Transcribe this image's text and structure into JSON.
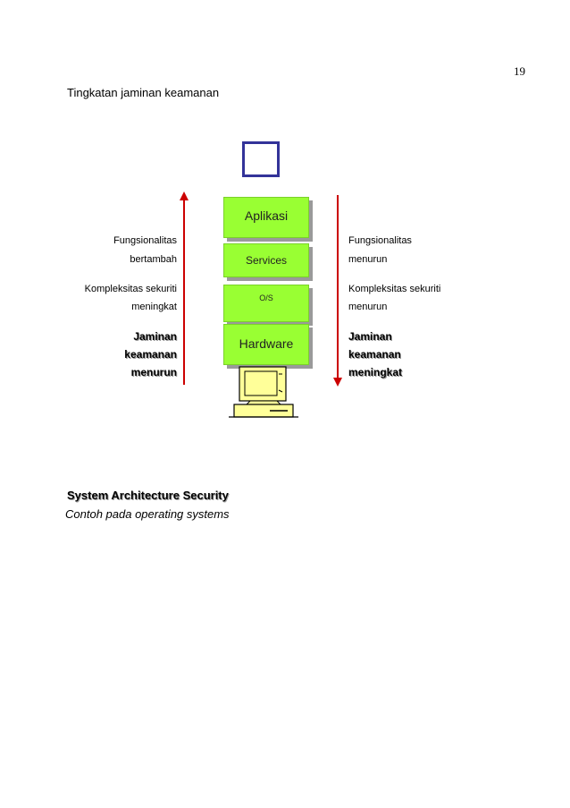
{
  "page": {
    "number": "19",
    "heading": "Tingkatan jaminan keamanan"
  },
  "diagram": {
    "layers": [
      "Aplikasi",
      "Services",
      "O/S",
      "Hardware"
    ],
    "left": {
      "line1a": "Fungsionalitas",
      "line1b": "bertambah",
      "line2a": "Kompleksitas sekuriti",
      "line2b": "meningkat",
      "bold1": "Jaminan",
      "bold2": "keamanan",
      "bold3": "menurun"
    },
    "right": {
      "line1a": "Fungsionalitas",
      "line1b": "menurun",
      "line2a": "Kompleksitas sekuriti",
      "line2b": "menurun",
      "bold1": "Jaminan",
      "bold2": "keamanan",
      "bold3": "meningkat"
    },
    "colors": {
      "layer": "#99ff33",
      "arrow": "#cc0000",
      "box": "#333399",
      "computer": "#ffff99"
    }
  },
  "section": {
    "title": "System Architecture Security",
    "subtitle": "Contoh pada operating systems"
  }
}
